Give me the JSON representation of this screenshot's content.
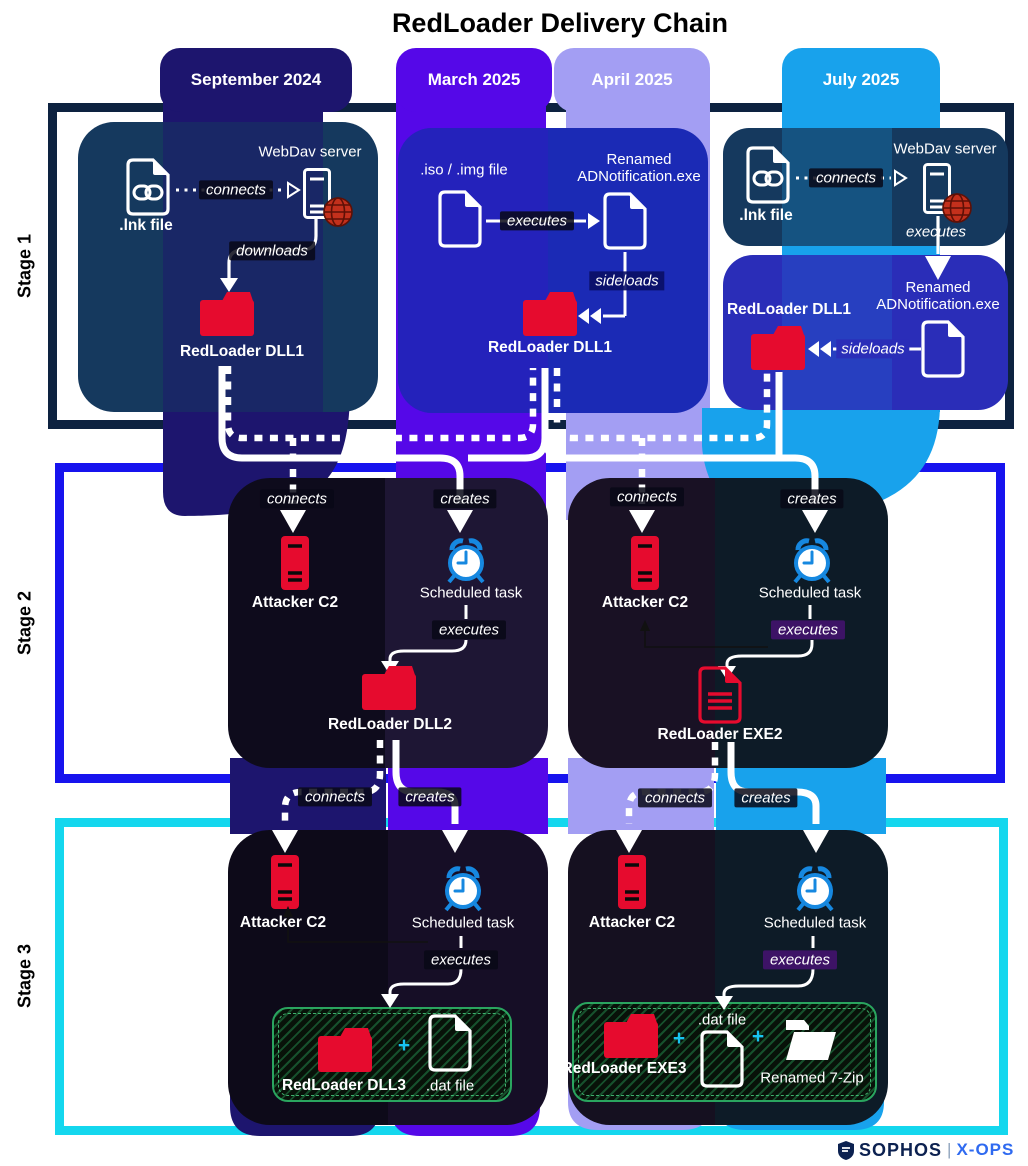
{
  "title": "RedLoader Delivery Chain",
  "columns": [
    {
      "label": "September 2024",
      "color": "#1d156e"
    },
    {
      "label": "March 2025",
      "color": "#5508e8"
    },
    {
      "label": "April 2025",
      "color": "#a39ef3"
    },
    {
      "label": "July 2025",
      "color": "#18a2ec"
    }
  ],
  "stages": [
    {
      "label": "Stage 1"
    },
    {
      "label": "Stage 2"
    },
    {
      "label": "Stage 3"
    }
  ],
  "stage1": {
    "september": {
      "lnk": ".lnk file",
      "connects": "connects",
      "server": "WebDav server",
      "downloads": "downloads",
      "payload": "RedLoader DLL1"
    },
    "march": {
      "iso": ".iso / .img file",
      "executes": "executes",
      "renamed": "Renamed ADNotification.exe",
      "sideloads": "sideloads",
      "payload": "RedLoader DLL1"
    },
    "july": {
      "lnk": ".lnk file",
      "connects": "connects",
      "server": "WebDav server",
      "executes": "executes",
      "renamed": "Renamed ADNotification.exe",
      "sideloads": "sideloads",
      "payload": "RedLoader DLL1"
    }
  },
  "stage2": {
    "left": {
      "connects": "connects",
      "creates": "creates",
      "c2": "Attacker C2",
      "task": "Scheduled task",
      "executes": "executes",
      "payload": "RedLoader DLL2"
    },
    "right": {
      "connects": "connects",
      "creates": "creates",
      "c2": "Attacker C2",
      "task": "Scheduled task",
      "executes": "executes",
      "payload": "RedLoader EXE2"
    }
  },
  "stage3": {
    "left": {
      "connects": "connects",
      "creates": "creates",
      "c2": "Attacker C2",
      "task": "Scheduled task",
      "executes": "executes",
      "payload": "RedLoader DLL3",
      "plus": "+",
      "dat": ".dat file"
    },
    "right": {
      "connects": "connects",
      "creates": "creates",
      "c2": "Attacker C2",
      "task": "Scheduled task",
      "executes": "executes",
      "payload": "RedLoader EXE3",
      "plus1": "+",
      "dat": ".dat file",
      "plus2": "+",
      "zip": "Renamed 7-Zip"
    }
  },
  "colors": {
    "stage1_frame": "#0d2240",
    "stage2_frame": "#1713ee",
    "stage3_frame": "#14d7ee",
    "box_dark_blue": "#15395e",
    "box_royal_blue": "#1b2ab5",
    "box_royal_violet": "#2a2db8",
    "malware_red": "#e60b2e",
    "clock_blue": "#1688e0",
    "result_green": "#2aa55f"
  },
  "footer": {
    "brand": "SOPHOS",
    "divider": "|",
    "suffix": "X-OPS",
    "icon": "shield-icon"
  }
}
